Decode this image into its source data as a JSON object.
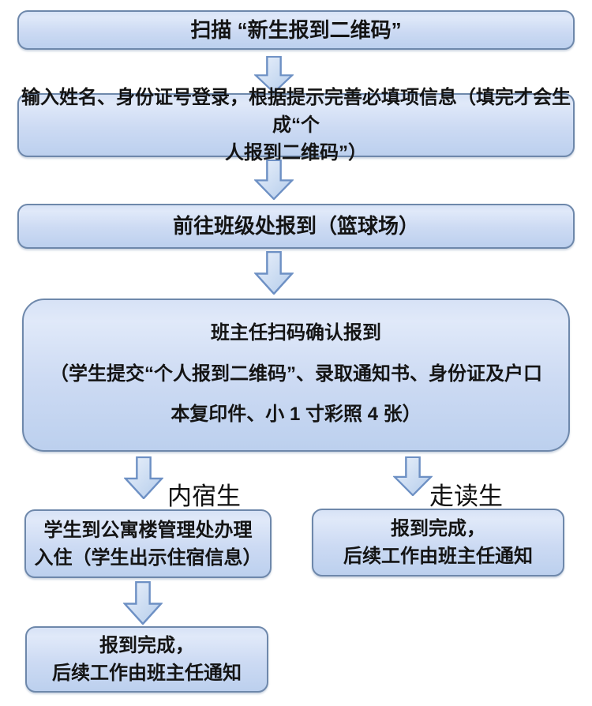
{
  "steps": {
    "scan": {
      "text": "扫描 “新生报到二维码”"
    },
    "login": {
      "line1": "输入姓名、身份证号登录，根据提示完善必填项信息（填完才会生成“个",
      "line2": "人报到二维码”）"
    },
    "go_to_class": {
      "text": "前往班级处报到（篮球场）"
    },
    "teacher_confirm": {
      "line1": "班主任扫码确认报到",
      "line2": "（学生提交“个人报到二维码”、录取通知书、身份证及户口",
      "line3": "本复印件、小 1 寸彩照 4 张）"
    },
    "boarder_checkin": {
      "line1": "学生到公寓楼管理处办理",
      "line2": "入住（学生出示住宿信息）"
    },
    "day_student_done": {
      "line1": "报到完成，",
      "line2": "后续工作由班主任通知"
    },
    "boarder_done": {
      "line1": "报到完成，",
      "line2": "后续工作由班主任通知"
    }
  },
  "branches": {
    "boarder_label": "内宿生",
    "day_label": "走读生"
  },
  "colors": {
    "box_border": "#6e88ab",
    "box_fill_top": "#dfe9f9",
    "box_fill_bottom": "#bcd0ee",
    "arrow_border": "#6d90c4",
    "arrow_fill_light": "#eaf1fb",
    "arrow_fill_dark": "#b4cceb",
    "text": "#141414",
    "background": "#ffffff"
  }
}
